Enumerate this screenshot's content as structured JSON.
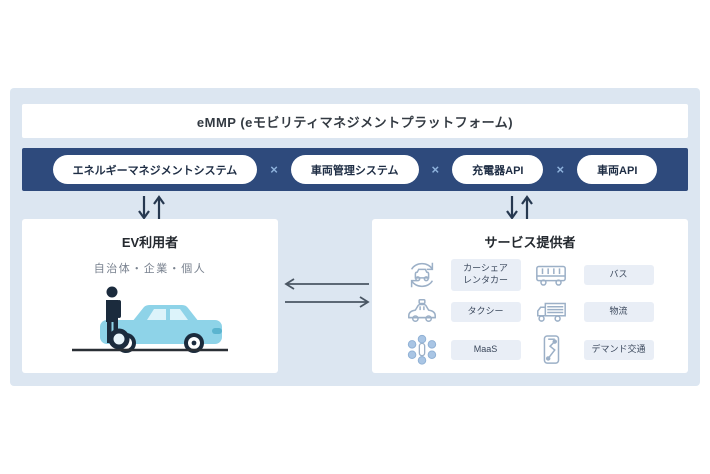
{
  "header": {
    "title": "eMMP (eモビリティマネジメントプラットフォーム)"
  },
  "platform_bar": {
    "separator": "×",
    "items": [
      "エネルギーマネジメントシステム",
      "車両管理システム",
      "充電器API",
      "車両API"
    ]
  },
  "ev_user_box": {
    "title": "EV利用者",
    "subtitle": "自治体・企業・個人",
    "illustration": "person-with-ev-car"
  },
  "service_provider_box": {
    "title": "サービス提供者",
    "items": [
      {
        "icon": "car-share-icon",
        "label": "カーシェア\nレンタカー"
      },
      {
        "icon": "bus-icon",
        "label": "バス"
      },
      {
        "icon": "taxi-icon",
        "label": "タクシー"
      },
      {
        "icon": "truck-icon",
        "label": "物流"
      },
      {
        "icon": "maas-icon",
        "label": "MaaS"
      },
      {
        "icon": "smartphone-icon",
        "label": "デマンド交通"
      }
    ]
  },
  "arrows": {
    "vertical_pairs": 2,
    "horizontal_exchange": [
      "left",
      "right"
    ]
  },
  "colors": {
    "panel_bg": "#dce6f1",
    "bar_bg": "#2e4a7c",
    "separator": "#8fb3dd",
    "chip_bg": "#e9eef6",
    "icon_stroke": "#9cb0c7",
    "car_body": "#8ed3e8",
    "dark_navy": "#1b2b3d"
  }
}
